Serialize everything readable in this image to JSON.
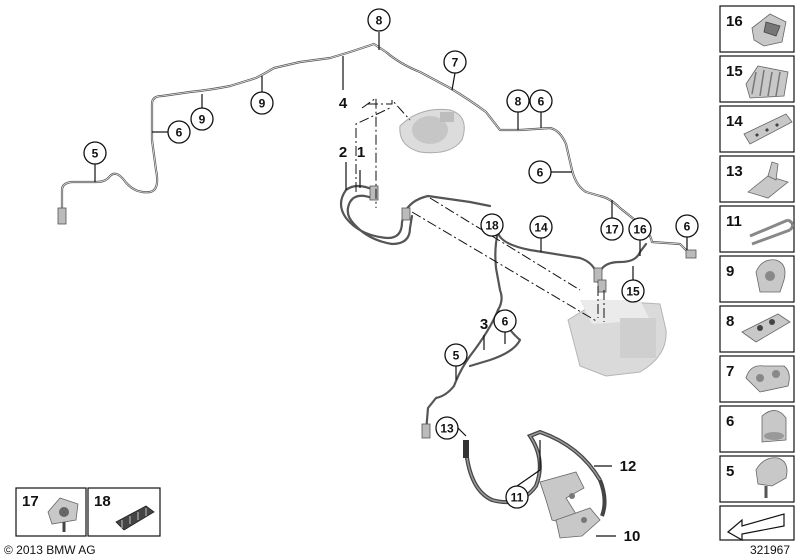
{
  "callouts": {
    "c1": "8",
    "c2": "7",
    "c3": "9",
    "c4": "9",
    "c5": "6",
    "c6": "5",
    "c7": "8",
    "c8": "6",
    "c9": "6",
    "c10": "18",
    "c11": "14",
    "c12": "17",
    "c13": "16",
    "c14": "6",
    "c15": "15",
    "c16": "6",
    "c17": "5",
    "c18": "13",
    "c19": "11"
  },
  "labels": {
    "l4": "4",
    "l2": "2",
    "l1": "1",
    "l3": "3",
    "l12": "12",
    "l10": "10"
  },
  "legend": {
    "right": [
      "16",
      "15",
      "14",
      "13",
      "11",
      "9",
      "8",
      "7",
      "6",
      "5"
    ],
    "bottom": [
      "17",
      "18"
    ]
  },
  "copyright": "© 2013 BMW AG",
  "diagram_number": "321967"
}
